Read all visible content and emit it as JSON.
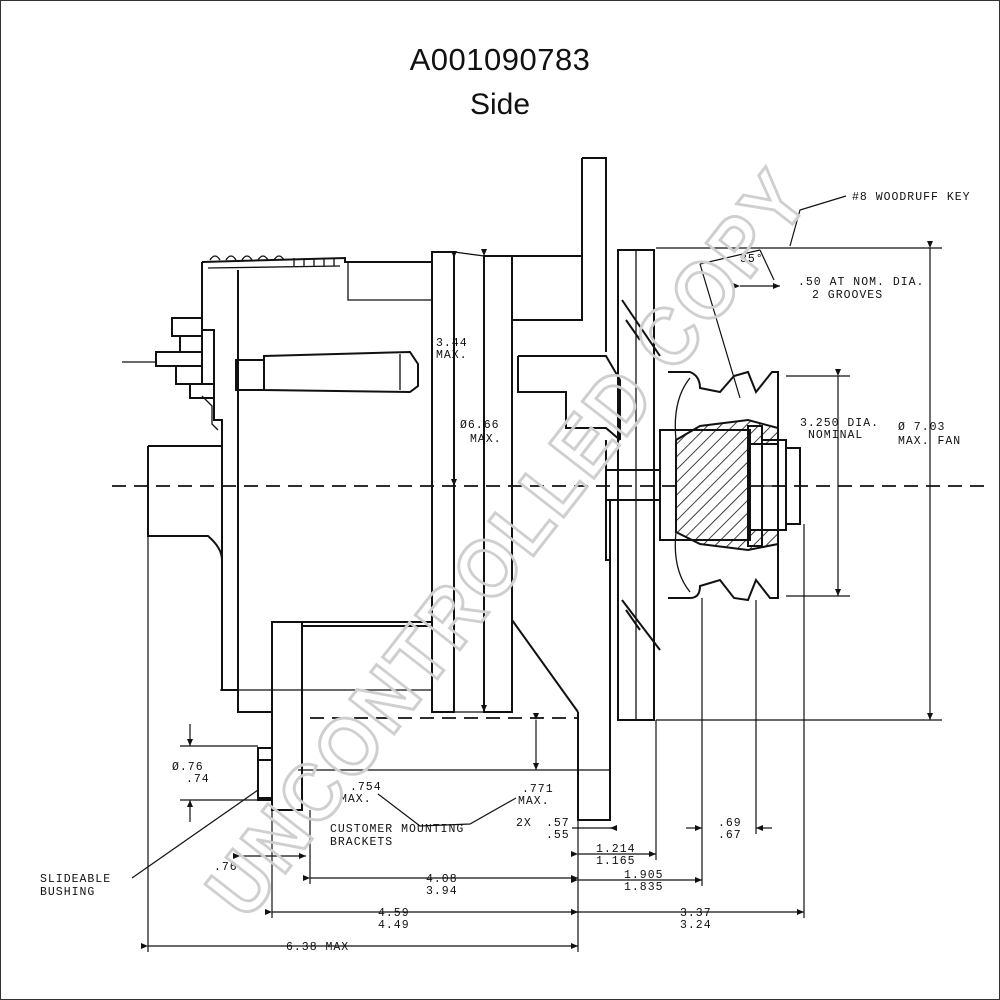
{
  "header": {
    "part_number": "A001090783",
    "view": "Side"
  },
  "watermark": "UNCONTROLLED COPY",
  "colors": {
    "ink": "#111111",
    "watermark": "#cfcfcf",
    "background": "#ffffff"
  },
  "dimensions": {
    "woodruff_key": "#8 WOODRUFF KEY",
    "angle": "35°",
    "groove_width_1": ".50 AT NOM. DIA.",
    "groove_width_2": "2 GROOVES",
    "pulley_dia_1": "3.250 DIA.",
    "pulley_dia_2": "NOMINAL",
    "fan_dia_1": "Ø 7.03",
    "fan_dia_2": "MAX. FAN",
    "height_1": "3.44",
    "height_2": "MAX.",
    "body_dia_1": "Ø6.66",
    "body_dia_2": "MAX.",
    "bushing_dia_1": "Ø.76",
    "bushing_dia_2": ".74",
    "bracket_gap_1": ".754",
    "bracket_gap_2": "MAX.",
    "flange_gap_1": ".771",
    "flange_gap_2": "MAX.",
    "mount_1": "2X",
    "mount_2": ".57",
    "mount_3": ".55",
    "customer_brackets_1": "CUSTOMER MOUNTING",
    "customer_brackets_2": "BRACKETS",
    "bushing_label_1": "SLIDEABLE",
    "bushing_label_2": "BUSHING",
    "bushing_len": ".76",
    "d_1214_1": "1.214",
    "d_1214_2": "1.165",
    "d_1905_1": "1.905",
    "d_1905_2": "1.835",
    "d_069_1": ".69",
    "d_069_2": ".67",
    "d_408_1": "4.08",
    "d_408_2": "3.94",
    "d_459_1": "4.59",
    "d_459_2": "4.49",
    "d_337_1": "3.37",
    "d_337_2": "3.24",
    "overall": "6.38 MAX"
  }
}
